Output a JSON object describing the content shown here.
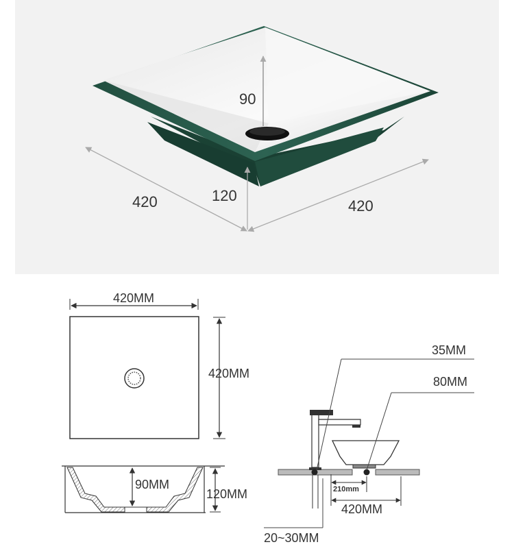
{
  "photo": {
    "depth_label": "90",
    "height_label": "120",
    "left_width_label": "420",
    "right_width_label": "420"
  },
  "top_view": {
    "width_label": "420MM",
    "length_label": "420MM"
  },
  "section_view": {
    "depth_label": "90MM",
    "height_label": "120MM"
  },
  "install_view": {
    "faucet_label": "35MM",
    "drain_label": "80MM",
    "spacing_label": "210mm",
    "width_label": "420MM",
    "counter_label": "20~30MM"
  },
  "colors": {
    "basin_outer": "#1f4a3c",
    "basin_inner": "#f4f4f4",
    "panel_bg": "#f2f2f2",
    "line": "#444444"
  }
}
